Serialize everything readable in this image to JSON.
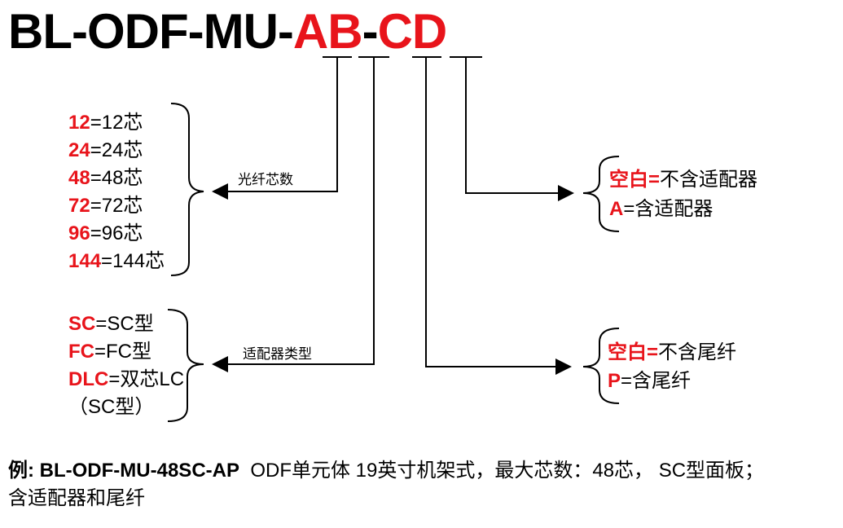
{
  "title": {
    "prefix": "BL-ODF-MU-",
    "a": "A",
    "b": "B",
    "dash": "-",
    "c": "C",
    "d": "D"
  },
  "fiber_count": {
    "category": "光纤芯数",
    "options": [
      {
        "code": "12",
        "desc": "=12芯"
      },
      {
        "code": "24",
        "desc": "=24芯"
      },
      {
        "code": "48",
        "desc": "=48芯"
      },
      {
        "code": "72",
        "desc": "=72芯"
      },
      {
        "code": "96",
        "desc": "=96芯"
      },
      {
        "code": "144",
        "desc": "=144芯"
      }
    ]
  },
  "adapter_type": {
    "category": "适配器类型",
    "options": [
      {
        "code": "SC",
        "desc": "=SC型"
      },
      {
        "code": "FC",
        "desc": "=FC型"
      },
      {
        "code": "DLC",
        "desc": "=双芯LC"
      }
    ],
    "note": "（SC型）"
  },
  "adapter_option": {
    "options": [
      {
        "code": "空白=",
        "desc": "不含适配器"
      },
      {
        "code": "A",
        "desc": "=含适配器"
      }
    ]
  },
  "pigtail_option": {
    "options": [
      {
        "code": "空白=",
        "desc": "不含尾纤"
      },
      {
        "code": "P",
        "desc": "=含尾纤"
      }
    ]
  },
  "example": {
    "label": "例: BL-ODF-MU-48SC-AP",
    "text": "ODF单元体 19英寸机架式，最大芯数：48芯， SC型面板；",
    "text2": "含适配器和尾纤"
  },
  "colors": {
    "accent": "#e8141b",
    "text": "#000000"
  }
}
